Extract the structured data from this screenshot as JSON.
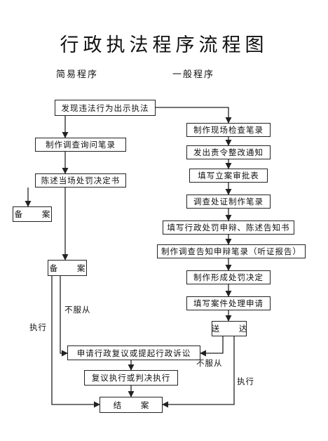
{
  "title": "行政执法程序流程图",
  "headers": {
    "simple": "简易程序",
    "general": "一般程序"
  },
  "nodes": {
    "start": "发现违法行为出示执法",
    "s1": "制作调查询问笔录",
    "s2": "陈述当场处罚决定书",
    "s_file_left": "备 案",
    "s_file": "备 案",
    "g1": "制作现场检查笔录",
    "g2": "发出责令整改通知",
    "g3": "填写立案审批表",
    "g4": "调查处证制作笔录",
    "g5": "填写行政处罚申辩、陈述告知书",
    "g6": "制作调查告知申辩笔录（听证报告）",
    "g7": "制作形成处罚决定",
    "g8": "填写案件处理申请",
    "deliver": "送 达",
    "review": "申请行政复议或提起行政诉讼",
    "exec": "复议执行或判决执行",
    "close": "结 案"
  },
  "labels": {
    "dissent_left": "不服从",
    "execute_left": "执行",
    "dissent_right": "不服从",
    "execute_right": "执行"
  }
}
